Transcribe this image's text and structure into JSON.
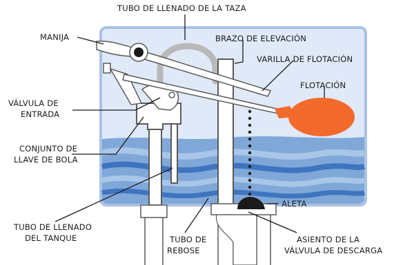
{
  "diagram": {
    "labels": {
      "bowl_fill_tube": "TUBO DE LLENADO DE LA TAZA",
      "handle": "MANIJA",
      "lift_arm": "BRAZO DE ELEVACIÓN",
      "float_rod": "VARILLA DE FLOTACIÓN",
      "float": "FLOTACIÓN",
      "inlet_valve_1": "VÁLVULA DE",
      "inlet_valve_2": "ENTRADA",
      "ballcock_1": "CONJUNTO DE",
      "ballcock_2": "LLAVE DE BOLA",
      "flapper": "ALETA",
      "tank_fill_tube_1": "TUBO DE LLENADO",
      "tank_fill_tube_2": "DEL TANQUE",
      "overflow_tube_1": "TUBO DE",
      "overflow_tube_2": "REBOSE",
      "valve_seat_1": "ASIENTO DE LA",
      "valve_seat_2": "VÁLVULA DE DESCARGA"
    },
    "colors": {
      "tank_border": "#a9c2e6",
      "air": "#dfe9f7",
      "water": "#7fa8d8",
      "wave_light": "#a9c6e9",
      "wave_dark": "#3f74c0",
      "float": "#f26a2c",
      "flapper": "#1a1a1a",
      "parts": "#ffffff"
    }
  }
}
